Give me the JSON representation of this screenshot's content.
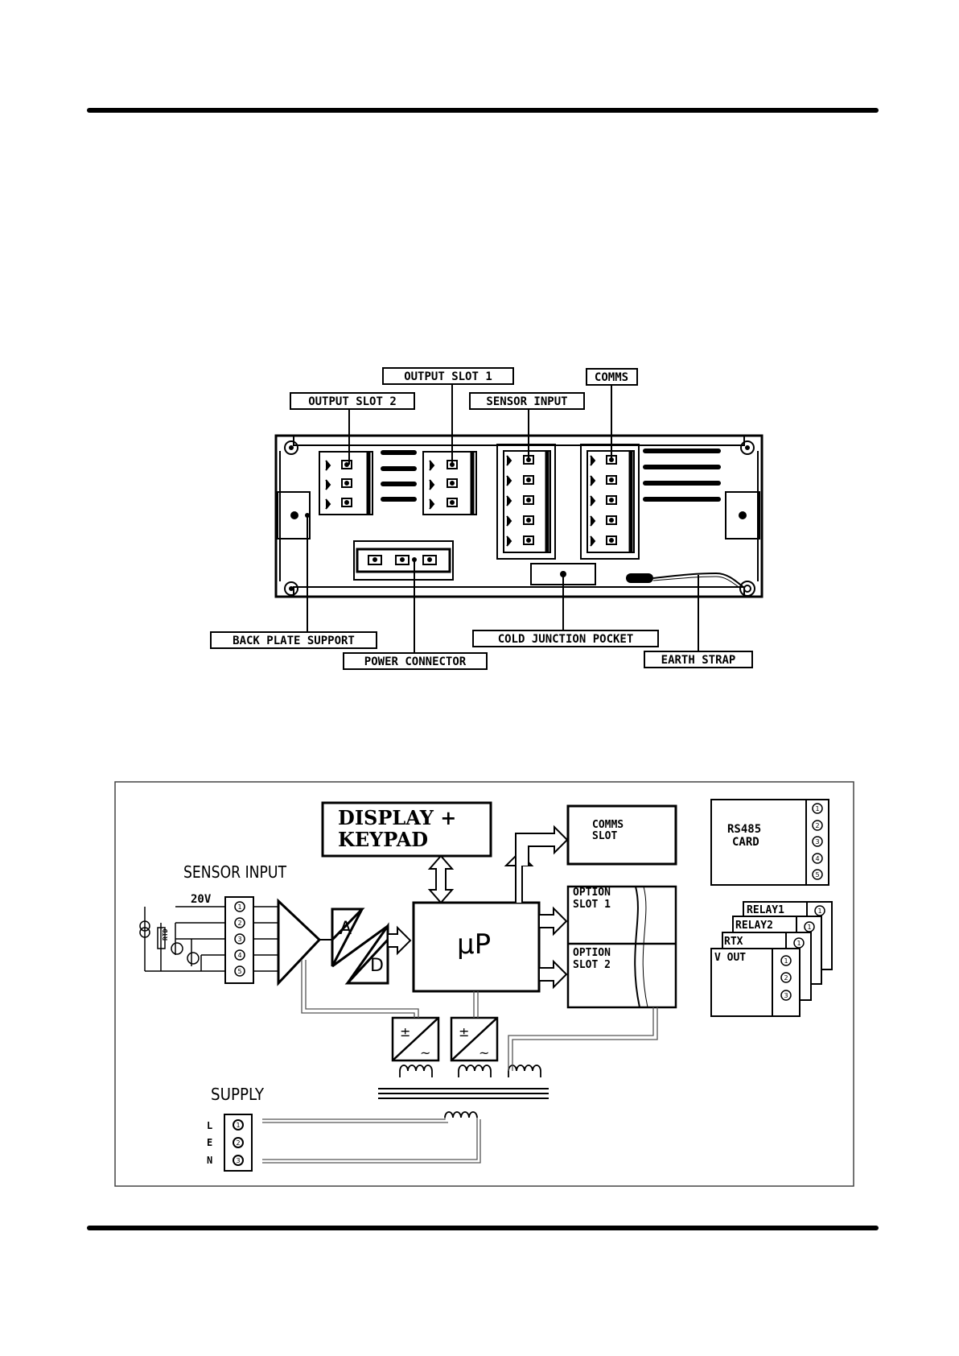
{
  "top_diagram": {
    "labels": {
      "output_slot_1": "OUTPUT SLOT 1",
      "output_slot_2": "OUTPUT SLOT 2",
      "sensor_input": "SENSOR INPUT",
      "comms": "COMMS",
      "back_plate_support": "BACK PLATE SUPPORT",
      "power_connector": "POWER CONNECTOR",
      "cold_junction_pocket": "COLD JUNCTION POCKET",
      "earth_strap": "EARTH STRAP"
    }
  },
  "block_diagram": {
    "display_keypad_line1": "DISPLAY +",
    "display_keypad_line2": "KEYPAD",
    "comms_slot_line1": "COMMS",
    "comms_slot_line2": "SLOT",
    "rs485_line1": "RS485",
    "rs485_line2": "CARD",
    "sensor_input": "SENSOR INPUT",
    "voltage_20v": "20V",
    "rtd": "RTD",
    "adc_a": "A",
    "adc_d": "D",
    "micro": "µP",
    "option_slot1_line1": "OPTION",
    "option_slot1_line2": "SLOT 1",
    "option_slot2_line1": "OPTION",
    "option_slot2_line2": "SLOT 2",
    "relay1": "RELAY1",
    "relay2": "RELAY2",
    "rtx": "RTX",
    "v_out": "V OUT",
    "supply": "SUPPLY",
    "supply_terminals": [
      "L",
      "E",
      "N"
    ],
    "psu_symbol_top": "±",
    "psu_symbol_bottom": "~",
    "terminal_numbers": [
      "1",
      "2",
      "3",
      "4",
      "5"
    ]
  }
}
